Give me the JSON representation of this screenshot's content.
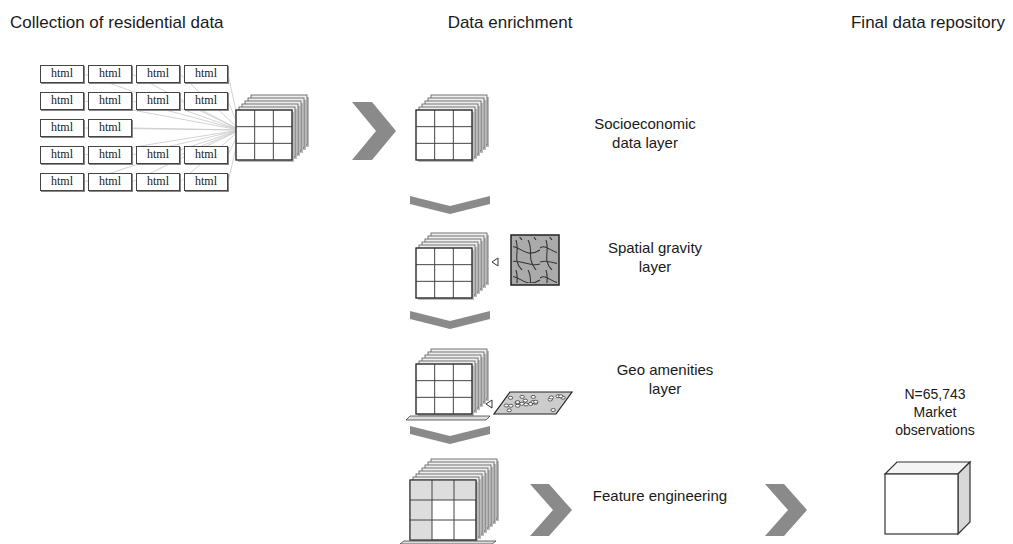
{
  "diagram": {
    "nodes": [
      {
        "text": [
          "html"
        ]
      },
      {
        "text": [
          "html"
        ]
      },
      {
        "text": [
          "html"
        ]
      },
      {
        "text": [
          "html"
        ]
      },
      {
        "text": [
          "html"
        ]
      },
      {
        "text": [
          "html"
        ]
      },
      {
        "text": [
          "html"
        ]
      },
      {
        "text": [
          "html"
        ]
      },
      {
        "text": [
          "html"
        ]
      },
      {
        "text": [
          "html"
        ]
      },
      {
        "text": [
          "html"
        ]
      },
      {
        "text": [
          "html"
        ]
      },
      {
        "text": [
          "html"
        ]
      },
      {
        "text": [
          "html"
        ]
      },
      {
        "text": [
          "html"
        ]
      },
      {
        "text": [
          "html"
        ]
      },
      {
        "text": [
          "html"
        ]
      },
      {
        "text": [
          "html"
        ]
      }
    ],
    "labels": [
      "Collection of residential data",
      "Data enrichment",
      "Final data repository",
      "Socioeconomic data layer",
      "Spatial gravity layer",
      "Geo amenities layer",
      "Feature engineering",
      "N=65,743 Market observations"
    ]
  }
}
